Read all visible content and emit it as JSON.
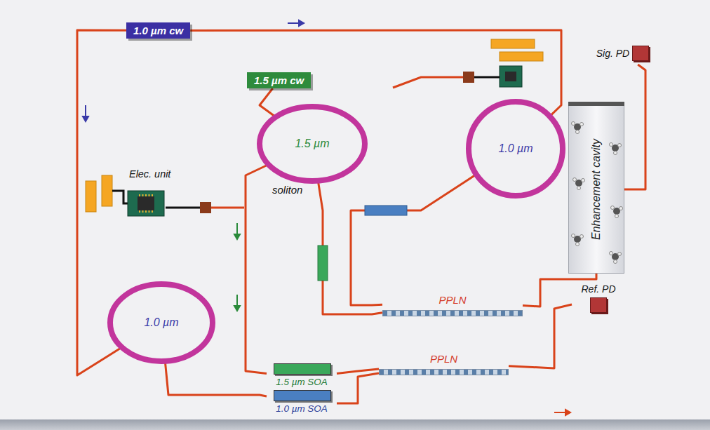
{
  "diagram": {
    "nodes": [
      {
        "text": [
          "1.0 µm cw"
        ]
      },
      {
        "text": [
          "Sig. PD"
        ]
      },
      {
        "text": [
          "1.5 µm cw"
        ]
      },
      {
        "text": [
          "Enhancement cavity"
        ]
      },
      {
        "text": [
          "1.5 µm"
        ]
      },
      {
        "text": [
          "1.0 µm"
        ]
      },
      {
        "text": [
          "Elec. unit"
        ]
      },
      {
        "text": [
          "PPLN"
        ]
      },
      {
        "text": [
          "1.0 µm"
        ]
      },
      {
        "text": [
          "PPLN"
        ]
      },
      {
        "text": [
          "Ref. PD"
        ]
      },
      {
        "text": [
          "1.5 µm SOA"
        ]
      },
      {
        "text": [
          "1.0 µm SOA"
        ]
      }
    ],
    "edges": [
      {
        "from": 0,
        "to": 8,
        "arrow": "none"
      },
      {
        "from": 0,
        "to": 5,
        "arrow": "none"
      },
      {
        "from": 2,
        "to": 4,
        "arrow": "none"
      },
      {
        "from": 4,
        "to": 11,
        "arrow": "none"
      },
      {
        "from": 8,
        "to": 12,
        "arrow": "none"
      },
      {
        "from": 11,
        "to": 9,
        "arrow": "none"
      },
      {
        "from": 12,
        "to": 9,
        "arrow": "none"
      },
      {
        "from": 9,
        "to": 10,
        "arrow": "none"
      },
      {
        "from": 5,
        "to": 7,
        "arrow": "none"
      },
      {
        "from": 4,
        "to": 7,
        "arrow": "none"
      },
      {
        "from": 7,
        "to": 3,
        "arrow": "none"
      },
      {
        "from": 3,
        "to": 1,
        "arrow": "none"
      }
    ],
    "labels": [
      "soliton"
    ]
  }
}
